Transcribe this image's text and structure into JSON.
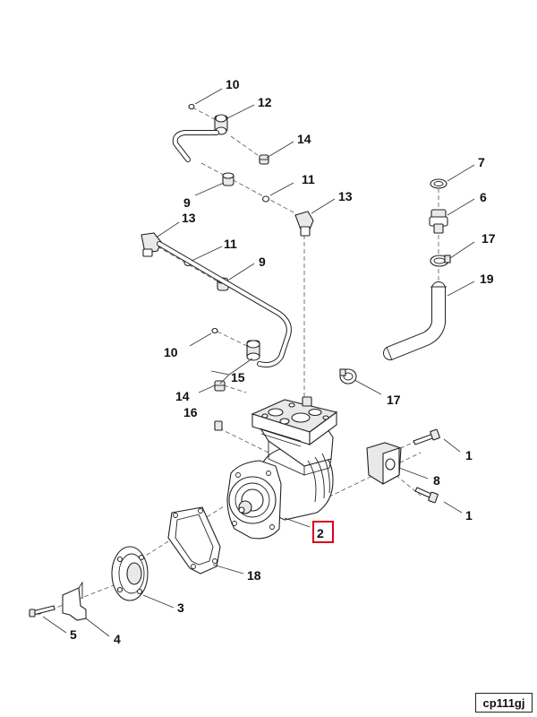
{
  "diagram_code": "cp111gj",
  "highlight_color": "#d9001b",
  "callouts": [
    {
      "id": "c10a",
      "text": "10"
    },
    {
      "id": "c12",
      "text": "12"
    },
    {
      "id": "c14a",
      "text": "14"
    },
    {
      "id": "c11a",
      "text": "11"
    },
    {
      "id": "c9a",
      "text": "9"
    },
    {
      "id": "c13a",
      "text": "13"
    },
    {
      "id": "c13b",
      "text": "13"
    },
    {
      "id": "c11b",
      "text": "11"
    },
    {
      "id": "c9b",
      "text": "9"
    },
    {
      "id": "c7",
      "text": "7"
    },
    {
      "id": "c6",
      "text": "6"
    },
    {
      "id": "c17a",
      "text": "17"
    },
    {
      "id": "c19",
      "text": "19"
    },
    {
      "id": "c10b",
      "text": "10"
    },
    {
      "id": "c15",
      "text": "15"
    },
    {
      "id": "c14b",
      "text": "14"
    },
    {
      "id": "c17b",
      "text": "17"
    },
    {
      "id": "c16",
      "text": "16"
    },
    {
      "id": "c1a",
      "text": "1"
    },
    {
      "id": "c8",
      "text": "8"
    },
    {
      "id": "c1b",
      "text": "1"
    },
    {
      "id": "c2",
      "text": "2"
    },
    {
      "id": "c18",
      "text": "18"
    },
    {
      "id": "c3",
      "text": "3"
    },
    {
      "id": "c5",
      "text": "5"
    },
    {
      "id": "c4",
      "text": "4"
    }
  ]
}
